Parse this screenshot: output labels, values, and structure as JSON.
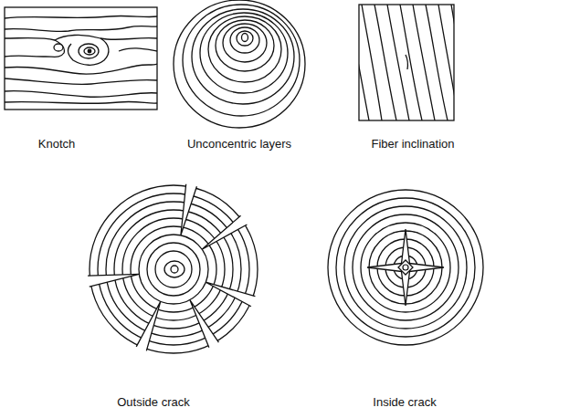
{
  "diagram": {
    "labels": [
      "Knotch",
      "Unconcentric layers",
      "Fiber inclination",
      "Outside crack",
      "Inside crack"
    ]
  }
}
